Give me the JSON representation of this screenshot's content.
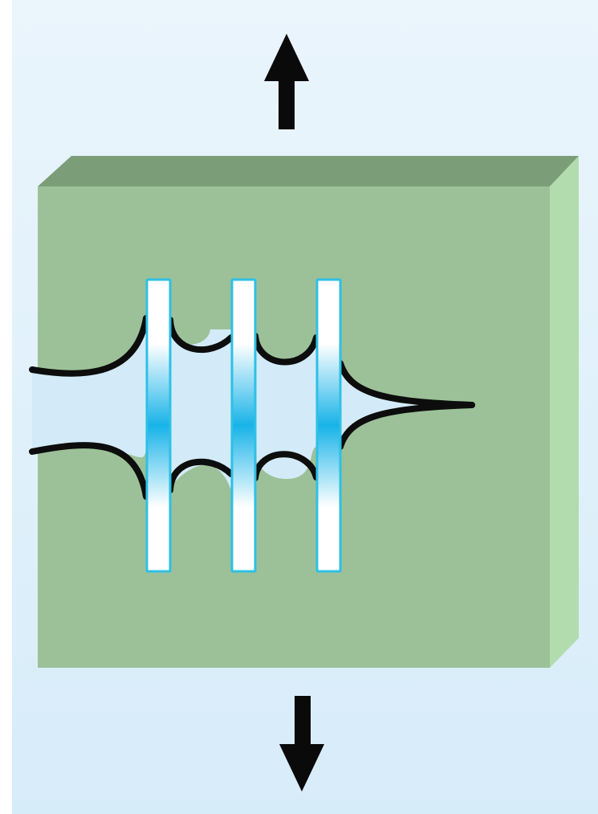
{
  "diagram": {
    "kind": "fiber-bridged-crack",
    "load_arrows": [
      "arrow-up",
      "arrow-down"
    ],
    "bridging_fiber_count": 3,
    "colors": {
      "background_top": "#eaf5fc",
      "background_bottom": "#d7ecf9",
      "plate_face": "#9cc198",
      "plate_top": "#7b9e78",
      "plate_side": "#b2dcae",
      "crack_fill": "#d3ebf8",
      "crack_outline": "#0d0d0d",
      "fiber_edge": "#2ec0e6",
      "fiber_core": "#18b3e8",
      "fiber_light": "#ffffff",
      "arrow": "#0a0a0a"
    }
  }
}
